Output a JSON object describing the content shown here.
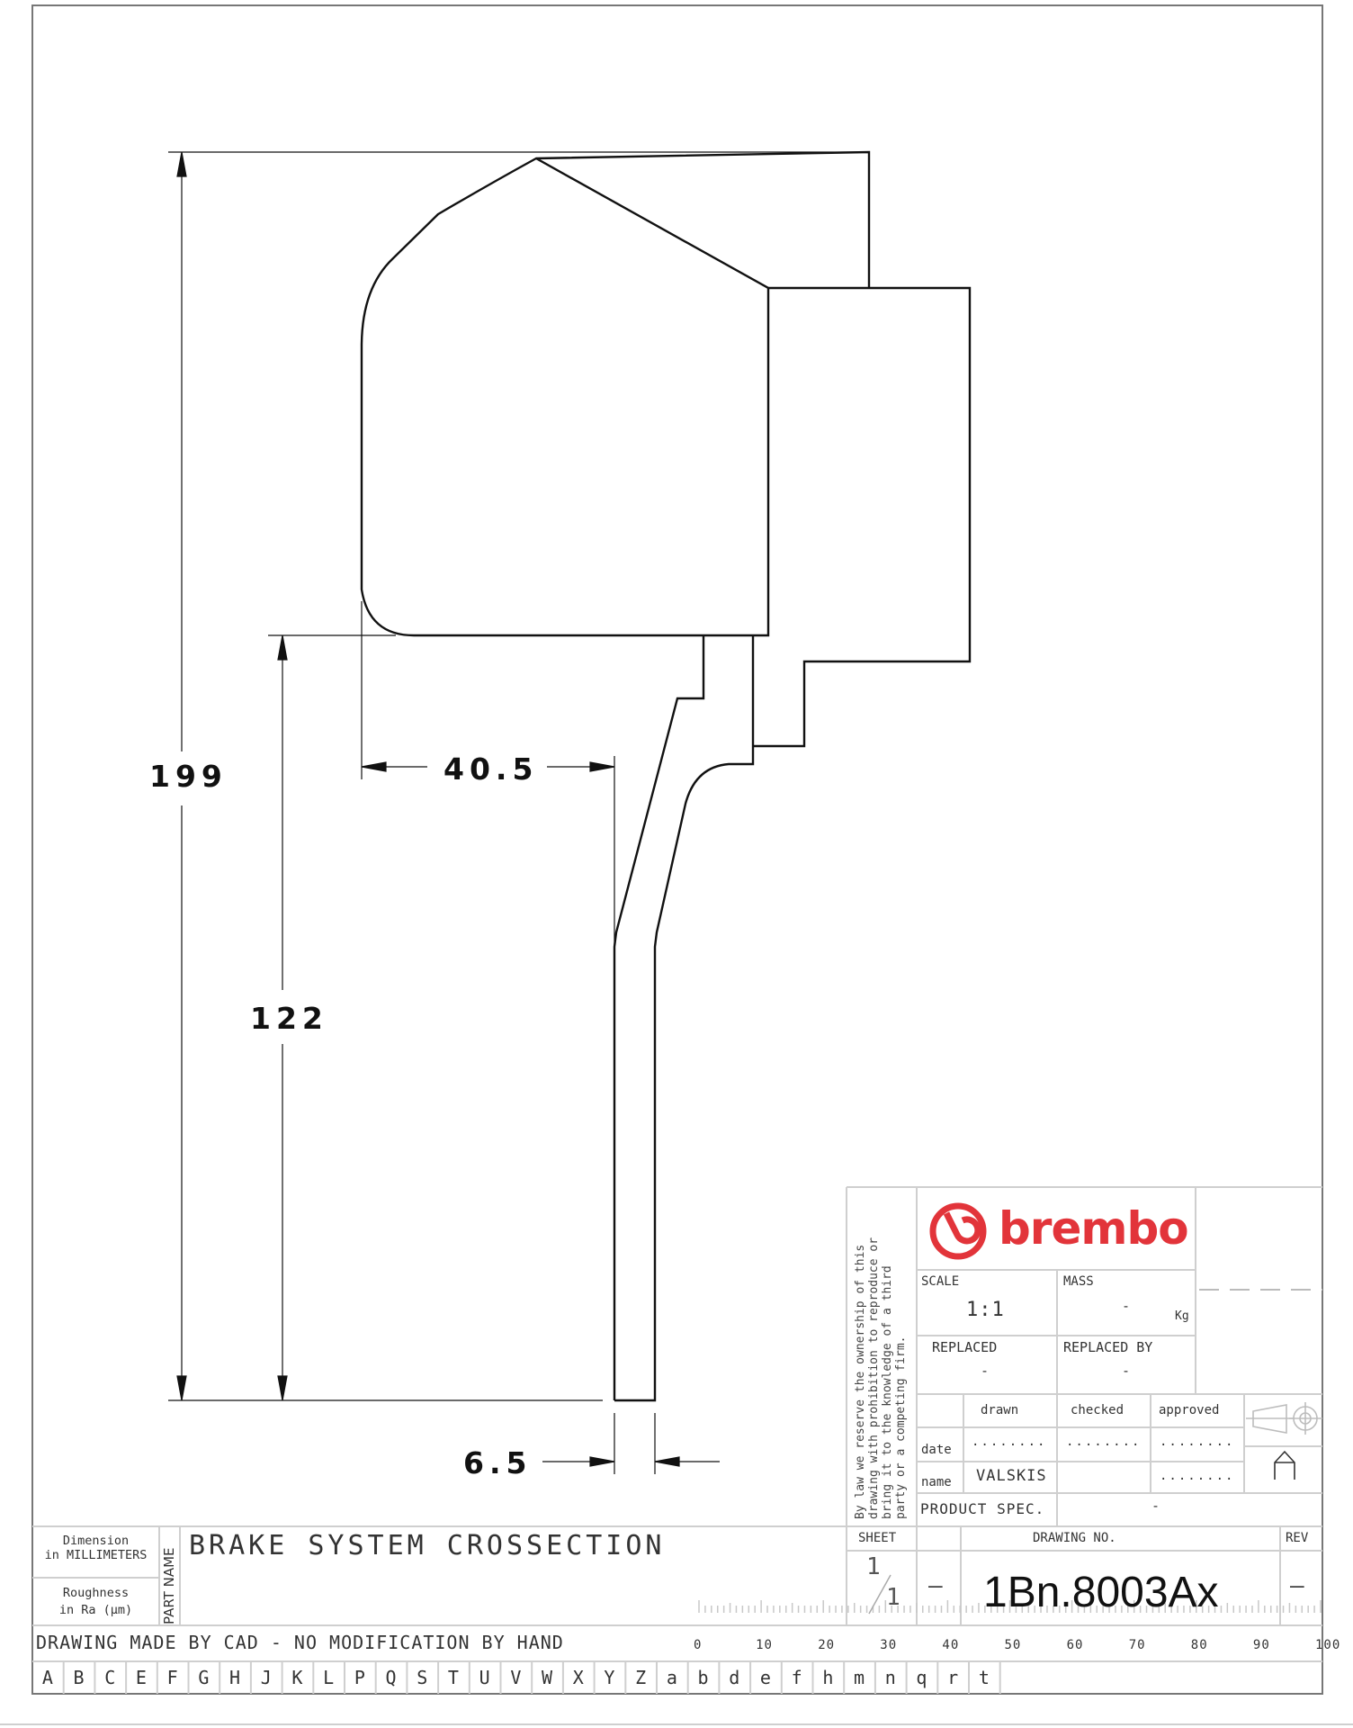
{
  "drawing": {
    "dimensions": {
      "overall_height": "199",
      "lower_height": "122",
      "horizontal_offset": "40.5",
      "disc_thickness": "6.5"
    },
    "units_note": "Dimension",
    "units_note_2": "in MILLIMETERS",
    "roughness_note": "Roughness",
    "roughness_note_2": "in Ra (µm)"
  },
  "title_block": {
    "brand": "brembo",
    "brand_color": "#e2343a",
    "legal_notice_lines": [
      "By law we reserve the ownership of this",
      "drawing with prohibition to reproduce or",
      "bring it to the knowledge of a third",
      "party or a competing firm."
    ],
    "scale_label": "SCALE",
    "scale_value": "1:1",
    "mass_label": "MASS",
    "mass_value": "-",
    "mass_unit": "Kg",
    "replaced_label": "REPLACED",
    "replaced_value": "-",
    "replaced_by_label": "REPLACED BY",
    "replaced_by_value": "-",
    "col_drawn": "drawn",
    "col_checked": "checked",
    "col_approved": "approved",
    "row_date": "date",
    "row_name": "name",
    "date_drawn": "........",
    "date_checked": "........",
    "date_approved": "........",
    "name_drawn": "VALSKIS",
    "name_checked": "",
    "name_approved": "........",
    "projection_icon": "first-angle-projection-icon",
    "format_symbol": "A",
    "product_spec_label": "PRODUCT SPEC.",
    "product_spec_value": "-",
    "sheet_label": "SHEET",
    "sheet_num": "1",
    "sheet_total": "1",
    "sheet_dash": "—",
    "drawing_no_label": "DRAWING NO.",
    "drawing_no": "1Bn.8003Ax",
    "rev_label": "REV",
    "rev_value": "—",
    "part_name_label": "PART NAME",
    "part_name": "BRAKE SYSTEM CROSSECTION",
    "cad_note": "DRAWING MADE BY CAD - NO MODIFICATION BY HAND"
  },
  "ruler": {
    "labels": [
      "0",
      "10",
      "20",
      "30",
      "40",
      "50",
      "60",
      "70",
      "80",
      "90",
      "100"
    ]
  },
  "letter_strip": [
    "A",
    "B",
    "C",
    "E",
    "F",
    "G",
    "H",
    "J",
    "K",
    "L",
    "P",
    "Q",
    "S",
    "T",
    "U",
    "V",
    "W",
    "X",
    "Y",
    "Z",
    "a",
    "b",
    "d",
    "e",
    "f",
    "h",
    "m",
    "n",
    "q",
    "r",
    "t"
  ]
}
